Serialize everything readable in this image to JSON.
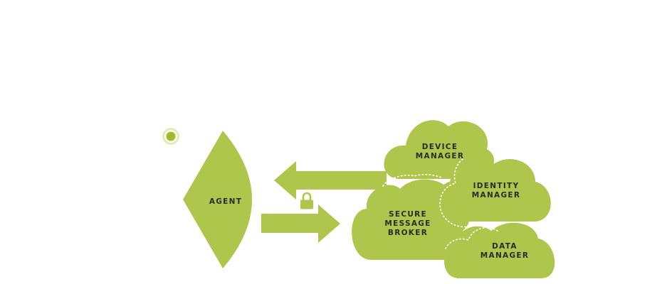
{
  "colors": {
    "shape_fill": "#aec64b",
    "dot_glow": "#e3edb4",
    "dot_core": "#9dbc2c",
    "divider": "#ffffff",
    "text": "#2b2b2b"
  },
  "icons": {
    "status_dot": "status-dot-icon",
    "lock": "padlock-icon",
    "left_arrow": "arrow-left-icon",
    "right_arrow": "arrow-right-icon"
  },
  "agent": {
    "label": "AGENT"
  },
  "clouds": {
    "device_manager": {
      "line1": "DEVICE",
      "line2": "MANAGER"
    },
    "identity_manager": {
      "line1": "IDENTITY",
      "line2": "MANAGER"
    },
    "secure_message_broker": {
      "line1": "SECURE",
      "line2": "MESSAGE",
      "line3": "BROKER"
    },
    "data_manager": {
      "line1": "DATA",
      "line2": "MANAGER"
    }
  }
}
